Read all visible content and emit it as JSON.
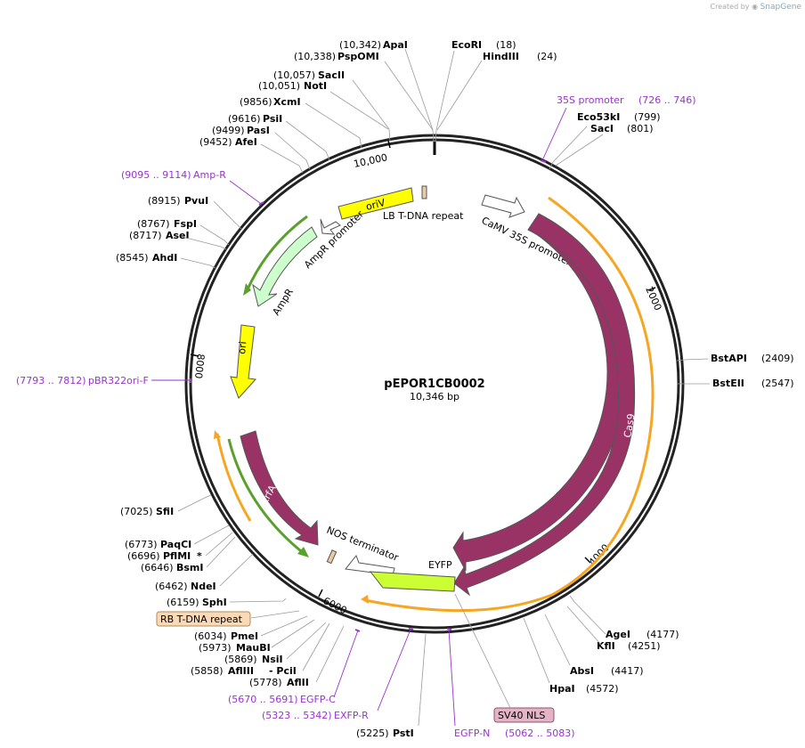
{
  "credit": {
    "prefix": "Created by",
    "brand": "SnapGene"
  },
  "plasmid": {
    "name": "pEPOR1CB0002",
    "length_label": "10,346 bp",
    "total_bp": 10346
  },
  "ticks": [
    {
      "bp": 2000,
      "label": "2000"
    },
    {
      "bp": 4000,
      "label": "4000"
    },
    {
      "bp": 6000,
      "label": "6000"
    },
    {
      "bp": 8000,
      "label": "8000"
    },
    {
      "bp": 10000,
      "label": "10,000"
    }
  ],
  "sites": [
    {
      "name": "ApaI",
      "pos": "(10,342)"
    },
    {
      "name": "PspOMI",
      "pos": "(10,338)"
    },
    {
      "name": "EcoRI",
      "pos": "(18)"
    },
    {
      "name": "HindIII",
      "pos": "(24)"
    },
    {
      "name": "SacII",
      "pos": "(10,057)"
    },
    {
      "name": "NotI",
      "pos": "(10,051)"
    },
    {
      "name": "XcmI",
      "pos": "(9856)"
    },
    {
      "name": "PsiI",
      "pos": "(9616)"
    },
    {
      "name": "PasI",
      "pos": "(9499)"
    },
    {
      "name": "AfeI",
      "pos": "(9452)"
    },
    {
      "name": "Eco53kI",
      "pos": "(799)"
    },
    {
      "name": "SacI",
      "pos": "(801)"
    },
    {
      "name": "PvuI",
      "pos": "(8915)"
    },
    {
      "name": "FspI",
      "pos": "(8767)"
    },
    {
      "name": "AseI",
      "pos": "(8717)"
    },
    {
      "name": "AhdI",
      "pos": "(8545)"
    },
    {
      "name": "BstAPI",
      "pos": "(2409)"
    },
    {
      "name": "BstEII",
      "pos": "(2547)"
    },
    {
      "name": "SfiI",
      "pos": "(7025)"
    },
    {
      "name": "PaqCI",
      "pos": "(6773)"
    },
    {
      "name": "PflMI",
      "pos": "(6696)",
      "suffix": "*"
    },
    {
      "name": "BsmI",
      "pos": "(6646)"
    },
    {
      "name": "NdeI",
      "pos": "(6462)"
    },
    {
      "name": "SphI",
      "pos": "(6159)"
    },
    {
      "name": "PmeI",
      "pos": "(6034)"
    },
    {
      "name": "MauBI",
      "pos": "(5973)"
    },
    {
      "name": "NsiI",
      "pos": "(5869)"
    },
    {
      "name": "AflIII",
      "pos": "(5858)",
      "joiner": "- PciI"
    },
    {
      "name": "AflII",
      "pos": "(5778)"
    },
    {
      "name": "PstI",
      "pos": "(5225)"
    },
    {
      "name": "AgeI",
      "pos": "(4177)"
    },
    {
      "name": "KflI",
      "pos": "(4251)"
    },
    {
      "name": "AbsI",
      "pos": "(4417)"
    },
    {
      "name": "HpaI",
      "pos": "(4572)"
    }
  ],
  "primers": [
    {
      "name": "35S promoter",
      "range": "(726 .. 746)"
    },
    {
      "name": "Amp-R",
      "range": "(9095 .. 9114)"
    },
    {
      "name": "pBR322ori-F",
      "range": "(7793 .. 7812)"
    },
    {
      "name": "EGFP-C",
      "range": "(5670 .. 5691)"
    },
    {
      "name": "EXFP-R",
      "range": "(5323 .. 5342)"
    },
    {
      "name": "EGFP-N",
      "range": "(5062 .. 5083)"
    }
  ],
  "features": [
    {
      "name": "oriV",
      "color": "#ffff00"
    },
    {
      "name": "LB T-DNA repeat",
      "color": "#e8c9a8"
    },
    {
      "name": "CaMV 35S promoter",
      "color": "#ffffff"
    },
    {
      "name": "AmpR promoter",
      "color": "#ffffff"
    },
    {
      "name": "AmpR",
      "color": "#ccffcc"
    },
    {
      "name": "ori",
      "color": "#ffff00"
    },
    {
      "name": "Cas9",
      "color": "#993366"
    },
    {
      "name": "trfA",
      "color": "#993366"
    },
    {
      "name": "NOS terminator",
      "color": "#ffffff"
    },
    {
      "name": "EYFP",
      "color": "#ccff33"
    }
  ],
  "boxes": [
    {
      "name": "RB T-DNA repeat",
      "color": "#fad9b6"
    },
    {
      "name": "SV40 NLS",
      "color": "#e5b3c6"
    }
  ]
}
